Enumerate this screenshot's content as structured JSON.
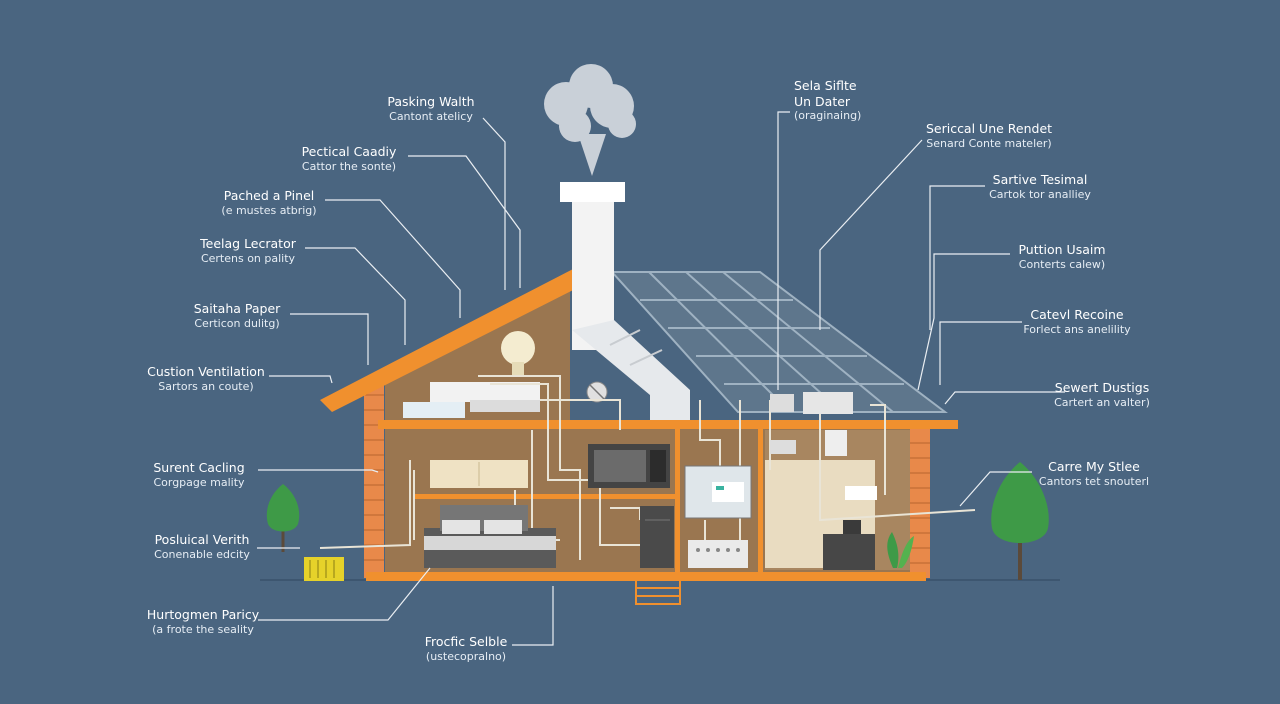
{
  "labels": {
    "parking_wealth": {
      "title": "Pasking Walth",
      "sub": "Cantont atelicy"
    },
    "pectical_caddy": {
      "title": "Pectical Caadiy",
      "sub": "Cattor the sonte)"
    },
    "packed_pinel": {
      "title": "Pached a Pinel",
      "sub": "(e mustes atbrig)"
    },
    "teelag_lecrator": {
      "title": "Teelag Lecrator",
      "sub": "Certens on pality"
    },
    "saitaha_paper": {
      "title": "Saitaha Paper",
      "sub": "Certicon dulitg)"
    },
    "custion_ventilation": {
      "title": "Custion Ventilation",
      "sub": "Sartors an coute)"
    },
    "surent_cacling": {
      "title": "Surent Cacling",
      "sub": "Corgpage mality"
    },
    "posluical_verith": {
      "title": "Posluical Verith",
      "sub": "Conenable edcity"
    },
    "hurtogmen_paricy": {
      "title": "Hurtogmen Paricy",
      "sub": "(a frote the seality"
    },
    "frocfic_selble": {
      "title": "Frocfic Selble",
      "sub": "(ustecopralno)"
    },
    "sela_sifte": {
      "title": "Sela Siflte",
      "line2": "Un Dater",
      "sub": "(oraginaing)"
    },
    "sericcal_une_rendet": {
      "title": "Sericcal Une Rendet",
      "sub": "Senard Conte mateler)"
    },
    "sartive_tesimal": {
      "title": "Sartive Tesimal",
      "sub": "Cartok tor analliey"
    },
    "puttion_usaim": {
      "title": "Puttion Usaim",
      "sub": "Conterts calew)"
    },
    "catevl_recoine": {
      "title": "Catevl Recoine",
      "sub": "Forlect ans anelility"
    },
    "sewert_dustigs": {
      "title": "Sewert Dustigs",
      "sub": "Cartert an valter)"
    },
    "carre_my_stlee": {
      "title": "Carre My Stlee",
      "sub": "Cantors tet snouterl"
    }
  },
  "colors": {
    "background": "#4a6580",
    "roof_trim": "#f0902e",
    "wall_fill": "#9a7650",
    "brick": "#e8894a",
    "solar": "#6f8596",
    "smoke": "#c9d0d8",
    "chimney": "#f3f3f3",
    "tree": "#3e9a47"
  }
}
